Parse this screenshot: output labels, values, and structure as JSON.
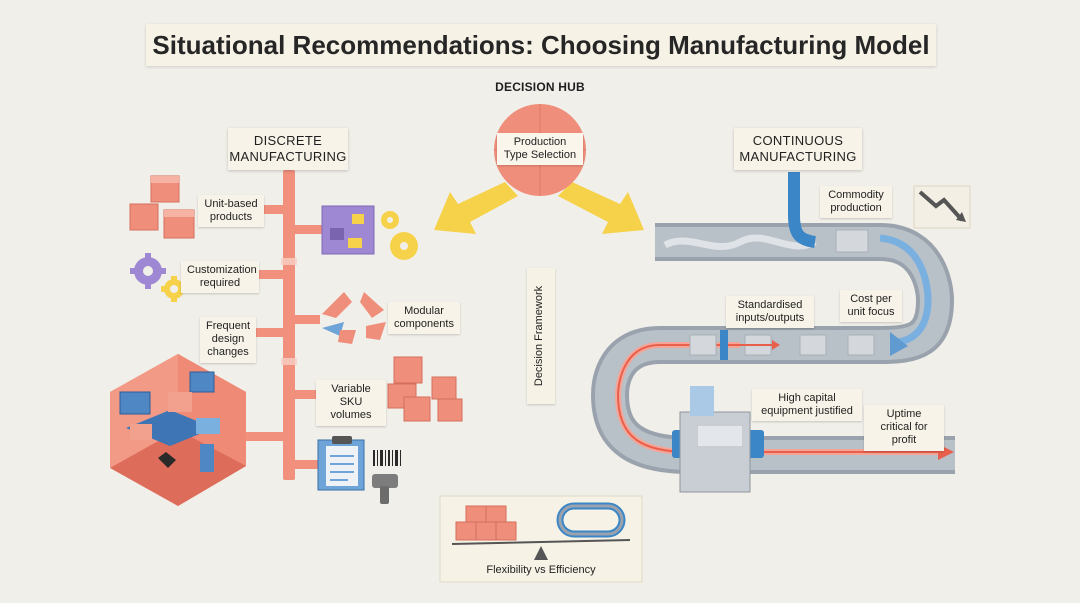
{
  "title": "Situational Recommendations: Choosing Manufacturing Model",
  "hub": {
    "heading": "DECISION HUB",
    "circle_text": "Production Type Selection"
  },
  "discrete": {
    "heading": "DISCRETE MANUFACTURING",
    "items": {
      "unit_based": "Unit-based products",
      "customization": "Customization required",
      "frequent_design": "Frequent design changes",
      "modular": "Modular components",
      "variable_sku": "Variable SKU volumes"
    }
  },
  "continuous": {
    "heading": "CONTINUOUS MANUFACTURING",
    "items": {
      "commodity": "Commodity production",
      "standardised": "Standardised inputs/outputs",
      "cost_per_unit": "Cost per unit focus",
      "high_capital": "High capital equipment justified",
      "uptime": "Uptime critical for profit"
    }
  },
  "framework_label": "Decision Framework",
  "balance_label": "Flexibility vs Efficiency",
  "colors": {
    "coral": "#f0907d",
    "yellow": "#f6d24a",
    "purple": "#9f88d3",
    "blue": "#3b86c6",
    "gray_belt": "#9aa3ad"
  },
  "icons": [
    "boxes-icon",
    "gears-icon",
    "puzzle-icon",
    "modular-pieces-icon",
    "stacked-boxes-icon",
    "clipboard-icon",
    "barcode-icon",
    "scanner-icon",
    "workstation-icon",
    "trend-down-icon",
    "machine-icon",
    "balance-scale-icon",
    "chain-link-icon"
  ]
}
